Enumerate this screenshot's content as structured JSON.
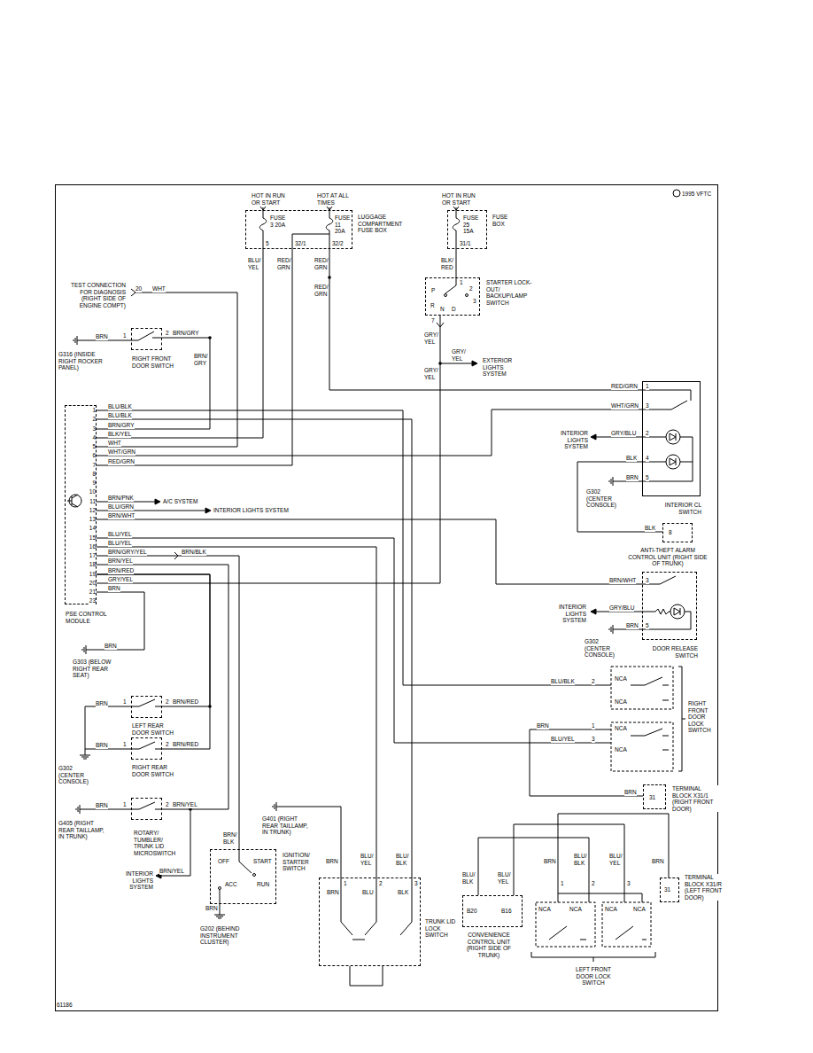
{
  "diagram": {
    "nodes": [
      {
        "text": [
          "HOT IN RUN OR START",
          "HOT AT ALL TIMES",
          "FUSE 3 20A",
          "FUSE 11 20A",
          "LUGGAGE COMPARTMENT FUSE BOX"
        ]
      },
      {
        "text": [
          "HOT IN RUN OR START",
          "FUSE 25 15A",
          "FUSE BOX"
        ]
      },
      {
        "text": [
          "STARTER LOCK-OUT/ BACKUP/LAMP SWITCH"
        ]
      },
      {
        "text": [
          "RIGHT FRONT DOOR SWITCH"
        ]
      },
      {
        "text": [
          "PSE CONTROL MODULE"
        ]
      },
      {
        "text": [
          "INTERIOR CL SWITCH"
        ]
      },
      {
        "text": [
          "ANTI-THEFT ALARM CONTROL UNIT (RIGHT SIDE OF TRUNK)"
        ]
      },
      {
        "text": [
          "DOOR RELEASE SWITCH"
        ]
      },
      {
        "text": [
          "RIGHT FRONT DOOR LOCK SWITCH"
        ]
      },
      {
        "text": [
          "TERMINAL BLOCK X31/1 (RIGHT FRONT DOOR)"
        ]
      },
      {
        "text": [
          "LEFT REAR DOOR SWITCH"
        ]
      },
      {
        "text": [
          "RIGHT REAR DOOR SWITCH"
        ]
      },
      {
        "text": [
          "ROTARY/ TUMBLER/ TRUNK LID MICROSWITCH"
        ]
      },
      {
        "text": [
          "IGNITION/ STARTER SWITCH"
        ]
      },
      {
        "text": [
          "TRUNK LID LOCK SWITCH"
        ]
      },
      {
        "text": [
          "CONVENIENCE CONTROL UNIT (RIGHT SIDE OF TRUNK)"
        ]
      },
      {
        "text": [
          "LEFT FRONT DOOR LOCK SWITCH"
        ]
      },
      {
        "text": [
          "TERMINAL BLOCK X31/R (LEFT FRONT DOOR)"
        ]
      }
    ],
    "edges": [
      {
        "from": 0,
        "to": 5,
        "arrow": "none"
      },
      {
        "from": 1,
        "to": 2,
        "arrow": "none"
      },
      {
        "from": 4,
        "to": 0,
        "arrow": "none"
      },
      {
        "from": 4,
        "to": 0,
        "arrow": "none"
      },
      {
        "from": 4,
        "to": 3,
        "arrow": "none"
      },
      {
        "from": 4,
        "to": 5,
        "arrow": "none"
      },
      {
        "from": 4,
        "to": 2,
        "arrow": "none"
      },
      {
        "from": 4,
        "to": 7,
        "arrow": "none"
      },
      {
        "from": 4,
        "to": 8,
        "arrow": "none"
      },
      {
        "from": 4,
        "to": 8,
        "arrow": "none"
      },
      {
        "from": 4,
        "to": 14,
        "arrow": "none"
      },
      {
        "from": 4,
        "to": 14,
        "arrow": "none"
      },
      {
        "from": 4,
        "to": 13,
        "arrow": "none"
      },
      {
        "from": 4,
        "to": 12,
        "arrow": "none"
      },
      {
        "from": 4,
        "to": 10,
        "arrow": "none"
      },
      {
        "from": 4,
        "to": 11,
        "arrow": "none"
      },
      {
        "from": 5,
        "to": 6,
        "arrow": "none"
      },
      {
        "from": 8,
        "to": 9,
        "arrow": "none"
      },
      {
        "from": 15,
        "to": 16,
        "arrow": "none"
      },
      {
        "from": 15,
        "to": 16,
        "arrow": "none"
      },
      {
        "from": 16,
        "to": 17,
        "arrow": "none"
      }
    ],
    "labels": [
      "1995 VFTC",
      "TEST CONNECTION FOR DIAGNOSIS (RIGHT SIDE OF ENGINE COMPT)",
      "20",
      "WHT",
      "5",
      "32/1",
      "32/2",
      "BLU/ YEL",
      "RED/ GRN",
      "RED/ GRN",
      "RED/ GRN",
      "31/1",
      "BLK/ RED",
      "1",
      "P",
      "2",
      "3",
      "R",
      "N",
      "D",
      "7",
      "GRY/ YEL",
      "GRY/ YEL",
      "EXTERIOR LIGHTS SYSTEM",
      "GRY/ YEL",
      "BRN",
      "1",
      "2",
      "BRN/GRY",
      "BRN/ GRY",
      "G316 (INSIDE RIGHT ROCKER PANEL)",
      "1",
      "2",
      "3",
      "4",
      "5",
      "6",
      "7",
      "8",
      "9",
      "10",
      "11",
      "12",
      "13",
      "14",
      "15",
      "16",
      "17",
      "18",
      "19",
      "20",
      "21",
      "23",
      "BLU/BLK",
      "BLU/BLK",
      "BRN/GRY",
      "BLK/YEL",
      "WHT",
      "WHT/GRN",
      "RED/GRN",
      "BRN/PNK",
      "BLU/GRN",
      "BRN/WHT",
      "BLU/YEL",
      "BLU/YEL",
      "BRN/GRY/YEL",
      "BRN/YEL",
      "BRN/RED",
      "GRY/YEL",
      "BRN",
      "BRN/BLK",
      "A/C SYSTEM",
      "INTERIOR LIGHTS SYSTEM",
      "BRN",
      "G303 (BELOW RIGHT REAR SEAT)",
      "RED/GRN",
      "1",
      "WHT/GRN",
      "3",
      "INTERIOR LIGHTS SYSTEM",
      "GRY/BLU",
      "2",
      "BLK",
      "4",
      "BRN",
      "5",
      "G302 (CENTER CONSOLE)",
      "BLK",
      "8",
      "BRN/WHT",
      "3",
      "INTERIOR LIGHTS SYSTEM",
      "GRY/BLU",
      "BRN",
      "5",
      "G302 (CENTER CONSOLE)",
      "BLU/BLK",
      "2",
      "NCA",
      "NCA",
      "BRN",
      "1",
      "NCA",
      "BLU/YEL",
      "3",
      "NCA",
      "BRN",
      "31",
      "BRN",
      "1",
      "2",
      "BRN/RED",
      "BRN",
      "1",
      "2",
      "BRN/RED",
      "G302 (CENTER CONSOLE)",
      "BRN",
      "1",
      "2",
      "BRN/YEL",
      "G405 (RIGHT REAR TAILLAMP, IN TRUNK)",
      "BRN/YEL",
      "INTERIOR LIGHTS SYSTEM",
      "BRN/ BLK",
      "OFF",
      "START",
      "ACC",
      "RUN",
      "BRN",
      "G202 (BEHIND INSTRUMENT CLUSTER)",
      "G401 (RIGHT REAR TAILLAMP, IN TRUNK)",
      "BRN",
      "BLU/ YEL",
      "BLU/ BLK",
      "1",
      "2",
      "3",
      "BRN",
      "BLU",
      "BLK",
      "BLU/ BLK",
      "BLU/ YEL",
      "B20",
      "B16",
      "BRN",
      "BLU/ BLK",
      "BLU/ YEL",
      "1",
      "2",
      "3",
      "NCA",
      "NCA",
      "NCA",
      "NCA",
      "BRN",
      "31",
      "61186"
    ]
  }
}
